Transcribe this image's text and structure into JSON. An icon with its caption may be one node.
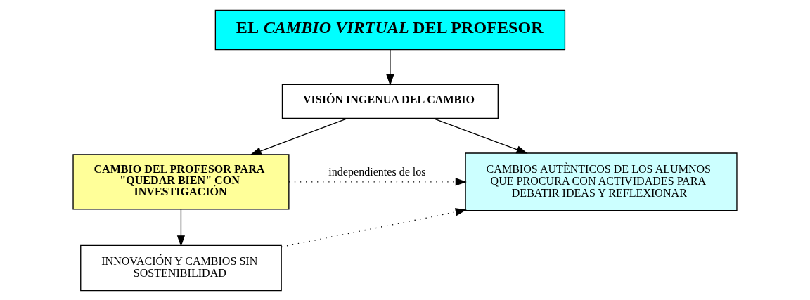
{
  "diagram": {
    "nodes": [
      {
        "text": [
          "EL *CAMBIO VIRTUAL* DEL PROFESOR"
        ]
      },
      {
        "text": [
          "VISIÓN INGENUA DEL CAMBIO"
        ]
      },
      {
        "text": [
          "CAMBIO DEL PROFESOR PARA \"QUEDAR BIEN\" CON INVESTIGACIÓN"
        ]
      },
      {
        "text": [
          "INNOVACIÓN Y CAMBIOS SIN SOSTENIBILIDAD"
        ]
      },
      {
        "text": [
          "CAMBIOS AUTÈNTICOS DE LOS ALUMNOS QUE PROCURA CON ACTIVIDADES PARA DEBATIR IDEAS Y REFLEXIONAR"
        ]
      }
    ],
    "edges": [
      {
        "from": 0,
        "to": 1,
        "arrow": "to"
      },
      {
        "from": 1,
        "to": 2,
        "arrow": "to"
      },
      {
        "from": 1,
        "to": 4,
        "arrow": "to"
      },
      {
        "from": 2,
        "to": 3,
        "arrow": "to"
      },
      {
        "from": 2,
        "to": 4,
        "arrow": "to",
        "style": "dashed",
        "label": "independientes de los"
      },
      {
        "from": 3,
        "to": 4,
        "arrow": "to",
        "style": "dashed"
      }
    ]
  }
}
